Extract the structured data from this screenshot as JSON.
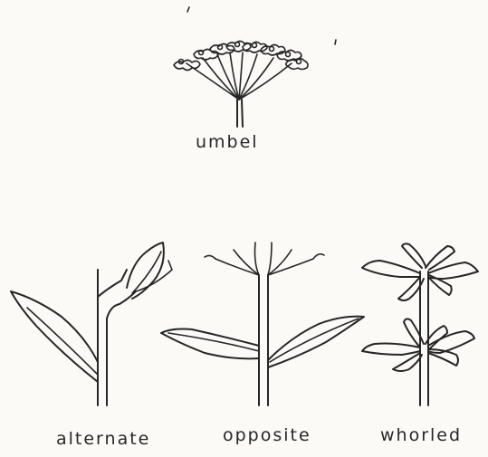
{
  "labels": {
    "umbel": "umbel",
    "alternate": "alternate",
    "opposite": "opposite",
    "whorled": "whorled"
  },
  "colors": {
    "ink": "#262626",
    "paper": "#fbfaf7"
  }
}
